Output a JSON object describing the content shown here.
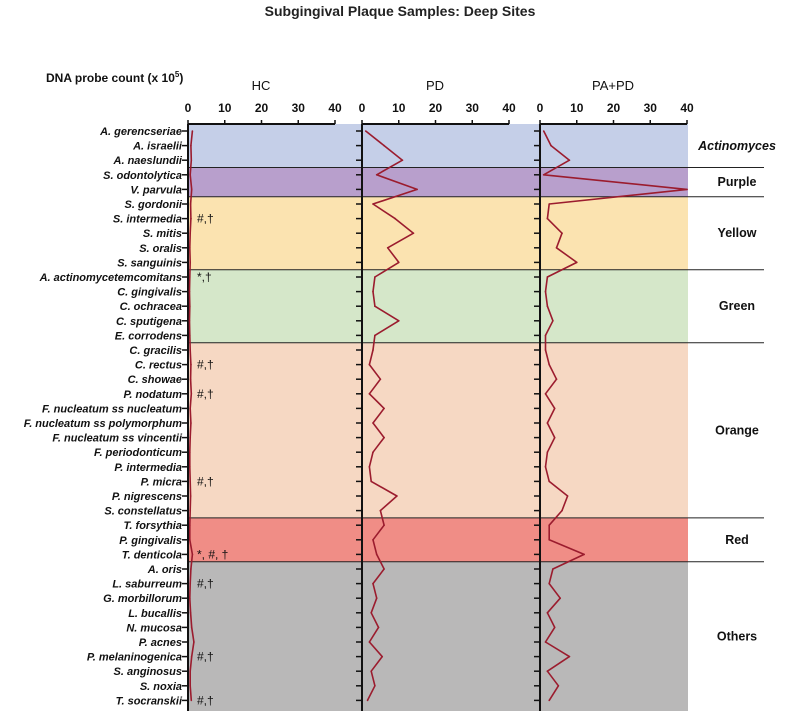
{
  "chart_data": {
    "type": "line",
    "title": "Subgingival Plaque Samples: Deep Sites",
    "value_axis_label": "DNA probe count (x 10",
    "value_axis_label_sup": "5",
    "value_axis_label_suffix": ")",
    "value_range": [
      0,
      40
    ],
    "ticks": [
      "0",
      "10",
      "20",
      "30",
      "40"
    ],
    "species": [
      "A. gerencseriae",
      "A. israelii",
      "A. naeslundii",
      "S. odontolytica",
      "V. parvula",
      "S. gordonii",
      "S. intermedia",
      "S. mitis",
      "S. oralis",
      "S. sanguinis",
      "A. actinomycetemcomitans",
      "C. gingivalis",
      "C. ochracea",
      "C. sputigena",
      "E. corrodens",
      "C. gracilis",
      "C. rectus",
      "C. showae",
      "P. nodatum",
      "F. nucleatum ss nucleatum",
      "F. nucleatum ss polymorphum",
      "F. nucleatum ss vincentii",
      "F. periodonticum",
      "P. intermedia",
      "P. micra",
      "P. nigrescens",
      "S. constellatus",
      "T. forsythia",
      "P. gingivalis",
      "T. denticola",
      "A. oris",
      "L. saburreum",
      "G. morbillorum",
      "L. bucallis",
      "N. mucosa",
      "P. acnes",
      "P. melaninogenica",
      "S. anginosus",
      "S. noxia",
      "T. socranskii"
    ],
    "complexes": [
      {
        "name": "Actinomyces",
        "start": 0,
        "end": 2,
        "color": "#c5cfe8",
        "italic": true
      },
      {
        "name": "Purple",
        "start": 3,
        "end": 4,
        "color": "#b89fcc",
        "italic": false
      },
      {
        "name": "Yellow",
        "start": 5,
        "end": 9,
        "color": "#fbe3b0",
        "italic": false
      },
      {
        "name": "Green",
        "start": 10,
        "end": 14,
        "color": "#d5e7c9",
        "italic": false
      },
      {
        "name": "Orange",
        "start": 15,
        "end": 26,
        "color": "#f6d8c3",
        "italic": false
      },
      {
        "name": "Red",
        "start": 27,
        "end": 29,
        "color": "#f08d86",
        "italic": false
      },
      {
        "name": "Others",
        "start": 30,
        "end": 39,
        "color": "#b9b8b8",
        "italic": false
      }
    ],
    "series": [
      {
        "name": "HC",
        "values": [
          1.2,
          0.8,
          0.9,
          0.6,
          1.0,
          0.7,
          0.8,
          0.6,
          0.5,
          0.6,
          0.5,
          0.4,
          0.5,
          0.4,
          0.5,
          0.6,
          0.8,
          0.7,
          0.9,
          0.6,
          0.8,
          0.6,
          0.5,
          0.5,
          0.6,
          0.7,
          0.6,
          0.5,
          0.5,
          1.2,
          0.8,
          0.6,
          0.5,
          0.7,
          1.0,
          1.6,
          1.0,
          0.6,
          0.6,
          0.9
        ]
      },
      {
        "name": "PD",
        "values": [
          1.0,
          6.0,
          11.0,
          4.0,
          15.0,
          3.0,
          9.0,
          14.0,
          7.0,
          10.0,
          3.5,
          3.0,
          3.5,
          10.0,
          3.5,
          3.0,
          2.0,
          5.0,
          2.0,
          6.0,
          3.0,
          6.0,
          3.0,
          2.0,
          2.5,
          9.5,
          5.0,
          6.0,
          3.0,
          4.0,
          6.0,
          3.0,
          4.0,
          2.5,
          4.5,
          2.0,
          5.5,
          2.5,
          3.5,
          1.5
        ]
      },
      {
        "name": "PA+PD",
        "values": [
          1.0,
          3.0,
          8.0,
          1.0,
          40.0,
          2.5,
          2.0,
          6.0,
          4.5,
          10.0,
          2.0,
          1.5,
          2.0,
          3.5,
          1.5,
          1.5,
          2.5,
          4.5,
          1.5,
          4.0,
          2.0,
          4.0,
          2.0,
          1.5,
          2.5,
          7.5,
          6.0,
          2.5,
          2.5,
          12.0,
          3.5,
          2.5,
          5.5,
          2.0,
          4.0,
          1.5,
          8.0,
          2.0,
          5.0,
          2.5
        ]
      }
    ],
    "annotations": [
      {
        "panel": 0,
        "index": 6,
        "text": "#,†"
      },
      {
        "panel": 0,
        "index": 10,
        "text": "*,†"
      },
      {
        "panel": 0,
        "index": 16,
        "text": "#,†"
      },
      {
        "panel": 0,
        "index": 18,
        "text": "#,†"
      },
      {
        "panel": 0,
        "index": 24,
        "text": "#,†"
      },
      {
        "panel": 0,
        "index": 29,
        "text": "*, #, †"
      },
      {
        "panel": 0,
        "index": 31,
        "text": "#,†"
      },
      {
        "panel": 0,
        "index": 36,
        "text": "#,†"
      },
      {
        "panel": 0,
        "index": 39,
        "text": "#,†"
      }
    ],
    "line_color": "#9b1c2e"
  }
}
